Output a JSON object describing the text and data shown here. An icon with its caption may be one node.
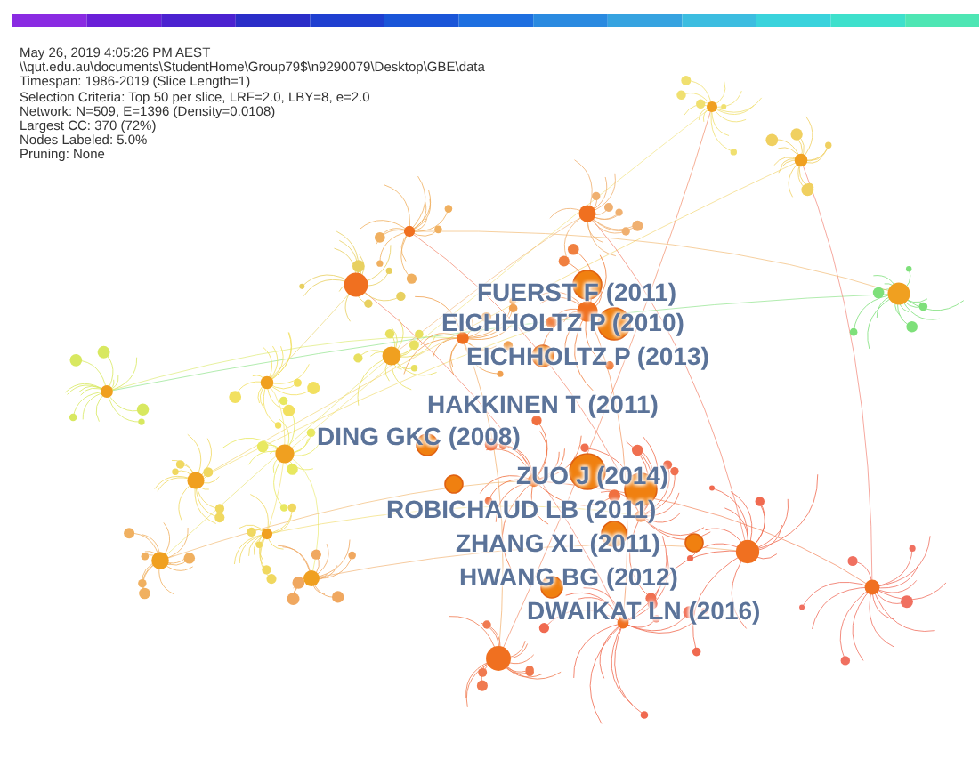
{
  "diagram": {
    "labels": [
      "May 26, 2019 4:05:26 PM AEST",
      "\\\\qut.edu.au\\documents\\StudentHome\\Group79$\\n9290079\\Desktop\\GBE\\data",
      "Timespan: 1986-2019 (Slice Length=1)",
      "Selection Criteria: Top 50 per slice, LRF=2.0, LBY=8, e=2.0",
      "Network: N=509, E=1396 (Density=0.0108)",
      "Largest CC: 370 (72%)",
      "Nodes Labeled: 5.0%",
      "Pruning: None",
      "FUERST F (2011)",
      "EICHHOLTZ P (2010)",
      "EICHHOLTZ P (2013)",
      "HAKKINEN T (2011)",
      "DING GKC (2008)",
      "ZUO J (2014)",
      "ROBICHAUD LB (2011)",
      "ZHANG XL (2011)",
      "HWANG BG (2012)",
      "DWAIKAT LN (2016)"
    ]
  }
}
